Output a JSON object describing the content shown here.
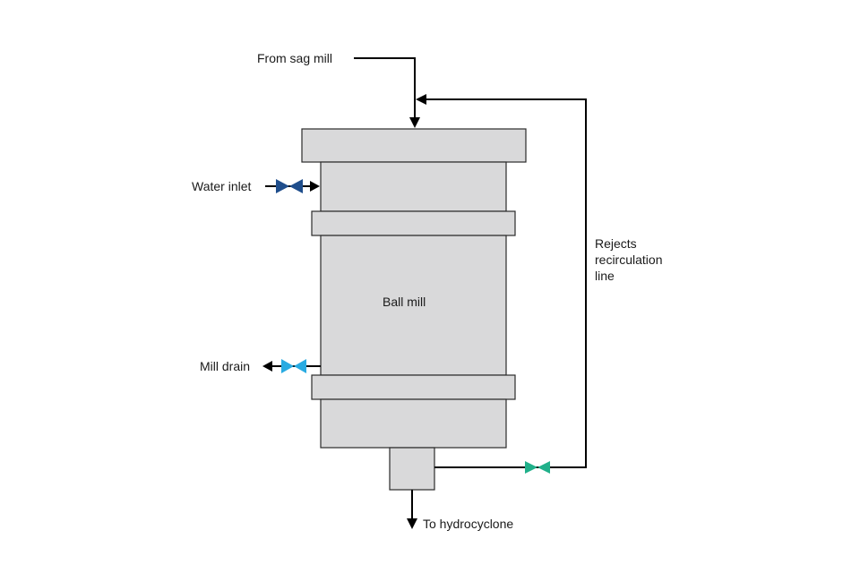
{
  "labels": {
    "from_sag_mill": "From sag mill",
    "water_inlet": "Water inlet",
    "mill_drain": "Mill drain",
    "ball_mill": "Ball mill",
    "rejects_1": "Rejects",
    "rejects_2": "recirculation",
    "rejects_3": "line",
    "to_hydrocyclone": "To hydrocyclone"
  },
  "valves": {
    "water_inlet": {
      "color": "#1f4e8c",
      "icon": "valve-icon"
    },
    "mill_drain": {
      "color": "#29abe2",
      "icon": "valve-icon"
    },
    "rejects": {
      "color": "#20b08a",
      "icon": "valve-icon"
    }
  }
}
